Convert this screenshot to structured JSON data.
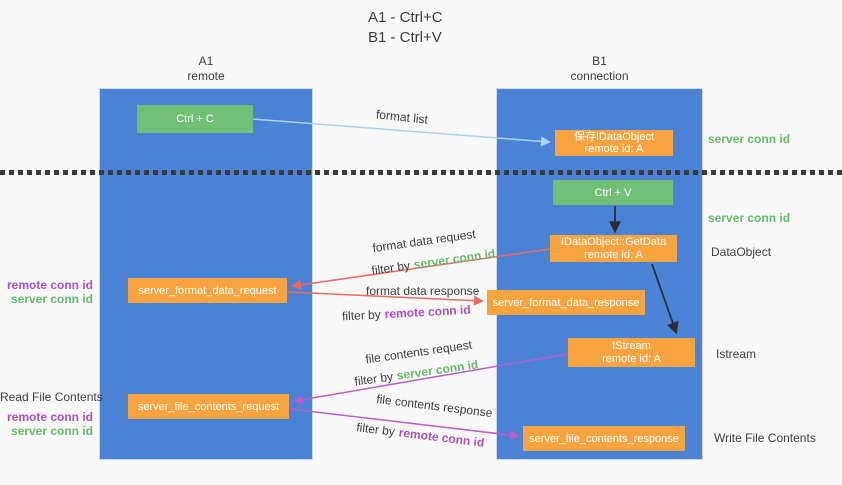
{
  "title": {
    "line1": "A1 - Ctrl+C",
    "line2": "B1 - Ctrl+V"
  },
  "lifelines": {
    "left": {
      "name": "A1",
      "role": "remote"
    },
    "right": {
      "name": "B1",
      "role": "connection"
    }
  },
  "nodes": {
    "ctrl_c": "Ctrl + C",
    "ctrl_v": "Ctrl + V",
    "save_dataobject_line1": "保存IDataObject",
    "save_dataobject_line2": "remote id: A",
    "getdata_line1": "IDataObject::GetData",
    "getdata_line2": "remote id: A",
    "istream_line1": "IStream",
    "istream_line2": "remote id: A",
    "server_format_data_request": "server_format_data_request",
    "server_format_data_response": "server_format_data_response",
    "server_file_contents_request": "server_file_contents_request",
    "server_file_contents_response": "server_file_contents_response"
  },
  "messages": {
    "format_list": "format list",
    "format_data_request": "format data request",
    "format_data_response": "format data response",
    "file_contents_request": "file contents request",
    "file_contents_response": "file contents response",
    "filter_by": "filter by",
    "server_conn_id": "server conn id",
    "remote_conn_id": "remote conn id"
  },
  "side_labels": {
    "server_conn_id_right_top": "server conn id",
    "server_conn_id_right_mid": "server conn id",
    "dataobject": "DataObject",
    "istream": "Istream",
    "write_file_contents": "Write File Contents",
    "remote_conn_id_left_top": "remote conn id",
    "server_conn_id_left_top": "server conn id",
    "read_file_contents": "Read File Contents",
    "remote_conn_id_left_bottom": "remote conn id",
    "server_conn_id_left_bottom": "server conn id"
  },
  "colors": {
    "lifeline_blue": "#4a82d6",
    "node_orange": "#f7a440",
    "node_green": "#72c077",
    "arrow_light_blue": "#a9d3f0",
    "arrow_red": "#ee6a5e",
    "arrow_purple": "#bb5ec7",
    "arrow_black": "#2d2d2d",
    "label_green": "#63bd68",
    "label_purple": "#ab4fc6",
    "label_dark": "#3d3d3d",
    "background": "#f9f9f9"
  }
}
